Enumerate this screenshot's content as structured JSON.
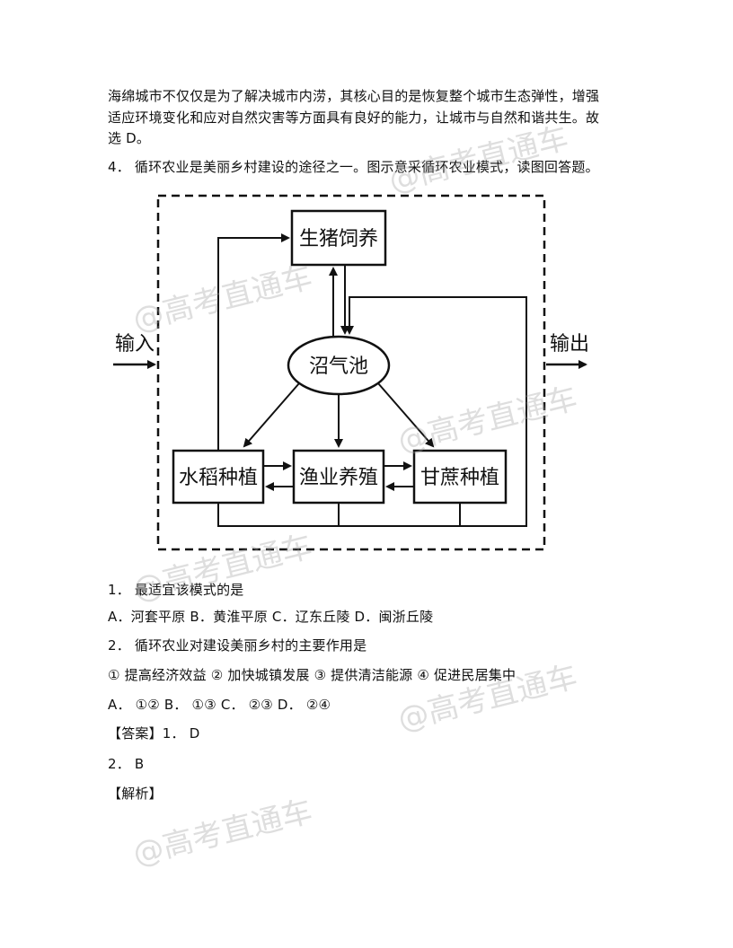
{
  "text": {
    "p1_line1": "海绵城市不仅仅是为了解决城市内涝，其核心目的是恢复整个城市生态弹性，增强",
    "p1_line2": "适应环境变化和应对自然灾害等方面具有良好的能力，让城市与自然和谐共生。故",
    "p1_line3": "选 D。",
    "q4": "4．  循环农业是美丽乡村建设的途径之一。图示意采循环农业模式，读图回答题。",
    "sub1": "1．  最适宜该模式的是",
    "sub1_options": "A．河套平原 B．黄淮平原 C．辽东丘陵 D．闽浙丘陵",
    "sub2": "2．  循环农业对建设美丽乡村的主要作用是",
    "sub2_items": "① 提高经济效益 ② 加快城镇发展 ③ 提供清洁能源 ④ 促进民居集中",
    "sub2_options": "A．  ①② B．  ①③ C．  ②③ D．  ②④",
    "answer1": "【答案】1．  D",
    "answer2": "2．  B",
    "analysis": "【解析】"
  },
  "diagram": {
    "pig": "生猪饲养",
    "biogas": "沼气池",
    "rice": "水稻种植",
    "fish": "渔业养殖",
    "sugarcane": "甘蔗种植",
    "input": "输入",
    "output": "输出"
  },
  "watermark": "@高考直通车"
}
